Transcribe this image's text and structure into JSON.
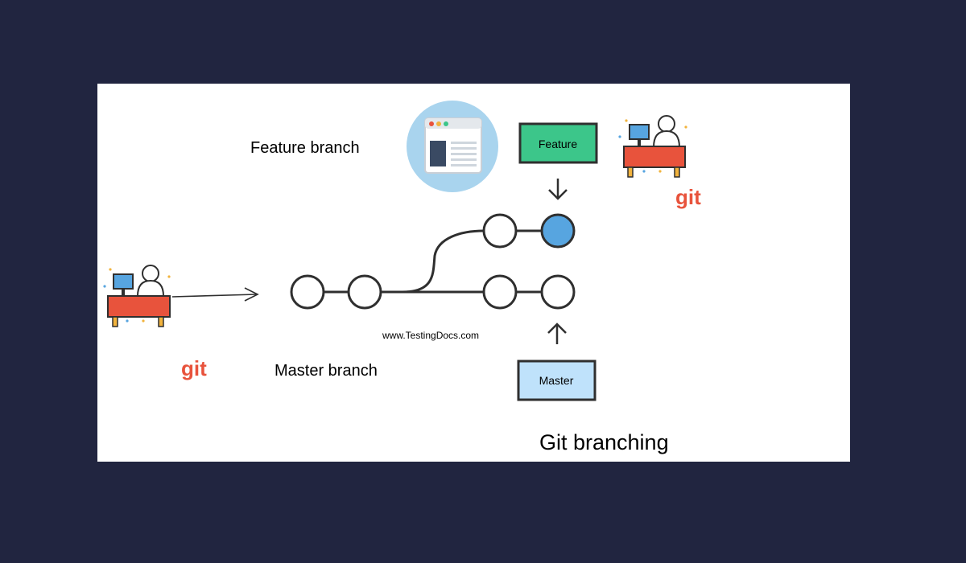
{
  "labels": {
    "feature_branch": "Feature branch",
    "master_branch": "Master branch",
    "watermark": "www.TestingDocs.com",
    "title": "Git branching"
  },
  "pointers": {
    "feature": "Feature",
    "master": "Master"
  },
  "logos": {
    "git_left": "git",
    "git_right": "git"
  },
  "colors": {
    "background": "#212540",
    "panel": "#ffffff",
    "feature_box": "#3cc68a",
    "master_box": "#bfe2fb",
    "head_commit": "#57a5e0",
    "desk": "#e8533c",
    "git": "#e8533c",
    "browser_circle": "#a9d4ee"
  },
  "icons": [
    "developer-at-desk-icon",
    "browser-window-icon",
    "git-logo"
  ]
}
